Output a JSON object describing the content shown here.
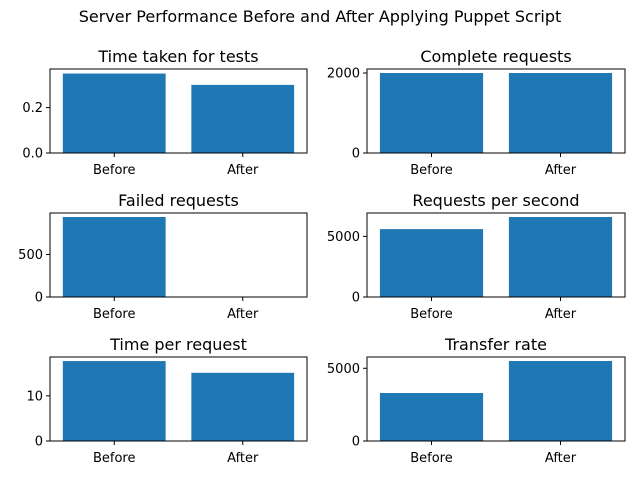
{
  "suptitle": "Server Performance Before and After Applying Puppet Script",
  "colors": {
    "bar": "#1f77b4",
    "axis": "#000000"
  },
  "chart_data": [
    {
      "type": "bar",
      "title": "Time taken for tests",
      "categories": [
        "Before",
        "After"
      ],
      "values": [
        0.35,
        0.3
      ],
      "ylim": [
        0,
        0.37
      ],
      "yticks": [
        0,
        0.2
      ],
      "ytick_labels": [
        "0.0",
        "0.2"
      ],
      "grid": false
    },
    {
      "type": "bar",
      "title": "Complete requests",
      "categories": [
        "Before",
        "After"
      ],
      "values": [
        2000,
        2000
      ],
      "ylim": [
        0,
        2100
      ],
      "yticks": [
        0,
        2000
      ],
      "ytick_labels": [
        "0",
        "2000"
      ],
      "grid": false
    },
    {
      "type": "bar",
      "title": "Failed requests",
      "categories": [
        "Before",
        "After"
      ],
      "values": [
        940,
        0
      ],
      "ylim": [
        0,
        987
      ],
      "yticks": [
        0,
        500
      ],
      "ytick_labels": [
        "0",
        "500"
      ],
      "grid": false
    },
    {
      "type": "bar",
      "title": "Requests per second",
      "categories": [
        "Before",
        "After"
      ],
      "values": [
        5600,
        6600
      ],
      "ylim": [
        0,
        6930
      ],
      "yticks": [
        0,
        5000
      ],
      "ytick_labels": [
        "0",
        "5000"
      ],
      "grid": false
    },
    {
      "type": "bar",
      "title": "Time per request",
      "categories": [
        "Before",
        "After"
      ],
      "values": [
        17.7,
        15.1
      ],
      "ylim": [
        0,
        18.6
      ],
      "yticks": [
        0,
        10
      ],
      "ytick_labels": [
        "0",
        "10"
      ],
      "grid": false
    },
    {
      "type": "bar",
      "title": "Transfer rate",
      "categories": [
        "Before",
        "After"
      ],
      "values": [
        3300,
        5500
      ],
      "ylim": [
        0,
        5775
      ],
      "yticks": [
        0,
        5000
      ],
      "ytick_labels": [
        "0",
        "5000"
      ],
      "grid": false
    }
  ]
}
